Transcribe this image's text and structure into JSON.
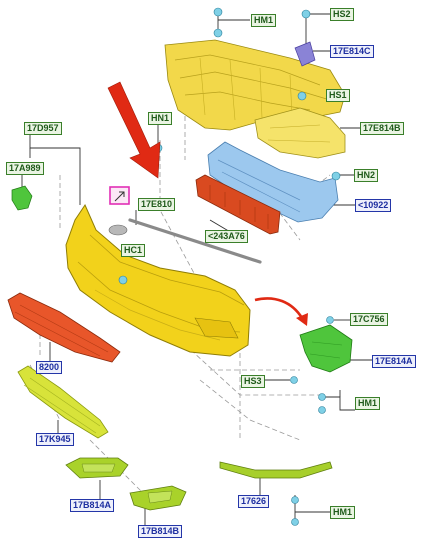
{
  "labels": {
    "hm1_top": "HM1",
    "hs2": "HS2",
    "17e814c": "17E814C",
    "hs1": "HS1",
    "17e814b_top": "17E814B",
    "hn1": "HN1",
    "hn2": "HN2",
    "10922": "<10922",
    "17d957": "17D957",
    "17a989": "17A989",
    "17e810": "17E810",
    "243a76": "<243A76",
    "hc1": "HC1",
    "17c756": "17C756",
    "17e814a": "17E814A",
    "hs3": "HS3",
    "hm1_mid": "HM1",
    "8200": "8200",
    "17k945": "17K945",
    "17b814a": "17B814A",
    "17b814b": "17B814B",
    "17626": "17626",
    "hm1_bot": "HM1"
  },
  "colors": {
    "green_label_border": "#3a7f2a",
    "blue_label_border": "#2436a8",
    "bumper_yellow": "#f2d21b",
    "absorber_red": "#d84a1e",
    "grille_red": "#e8562a",
    "beam_blue": "#8fc0e8",
    "bracket_green": "#4fc53c",
    "lower_grille_yellow": "#d8e33a",
    "fog_surround_green": "#a9d22a",
    "lip_green": "#a7cf2b",
    "pointer_arrow_red": "#e02a14",
    "highlight_magenta": "#e12fb6"
  }
}
